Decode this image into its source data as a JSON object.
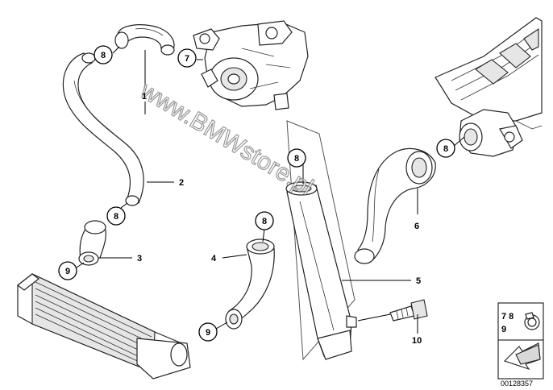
{
  "callouts": [
    {
      "id": "c8a",
      "label": "8"
    },
    {
      "id": "c7",
      "label": "7"
    },
    {
      "id": "c8b",
      "label": "8"
    },
    {
      "id": "c8c",
      "label": "8"
    },
    {
      "id": "c8d",
      "label": "8"
    },
    {
      "id": "c8e",
      "label": "8"
    },
    {
      "id": "c9a",
      "label": "9"
    },
    {
      "id": "c9b",
      "label": "9"
    }
  ],
  "part_labels": [
    {
      "id": "p1",
      "label": "1"
    },
    {
      "id": "p2",
      "label": "2"
    },
    {
      "id": "p3",
      "label": "3"
    },
    {
      "id": "p4",
      "label": "4"
    },
    {
      "id": "p5",
      "label": "5"
    },
    {
      "id": "p6",
      "label": "6"
    },
    {
      "id": "p10",
      "label": "10"
    }
  ],
  "watermark": "www.BMWstore.pl",
  "legend_box": {
    "line1": "7 8",
    "line2": "9"
  },
  "reference_number": "00128357"
}
